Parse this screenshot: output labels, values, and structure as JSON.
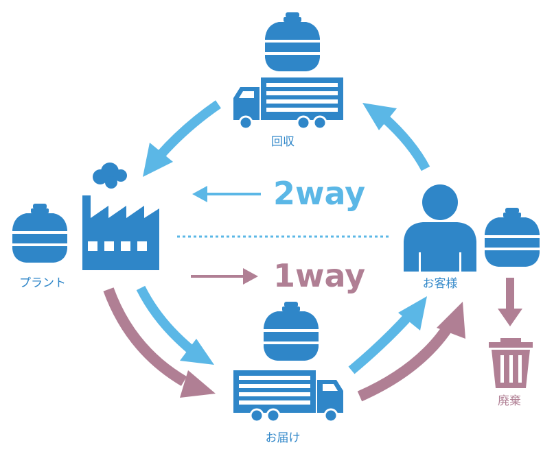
{
  "labels": {
    "collect": "回収",
    "plant": "プラント",
    "customer": "お客様",
    "deliver": "お届け",
    "dispose": "廃棄"
  },
  "legend": {
    "two_way": "2way",
    "one_way": "1way"
  },
  "colors": {
    "blue": "#2f86c8",
    "light_blue": "#5bb7e6",
    "mauve": "#b07f94"
  },
  "icons": [
    "water-bottle-icon",
    "truck-icon",
    "factory-icon",
    "person-icon",
    "trash-bin-icon",
    "arrow-icon"
  ]
}
